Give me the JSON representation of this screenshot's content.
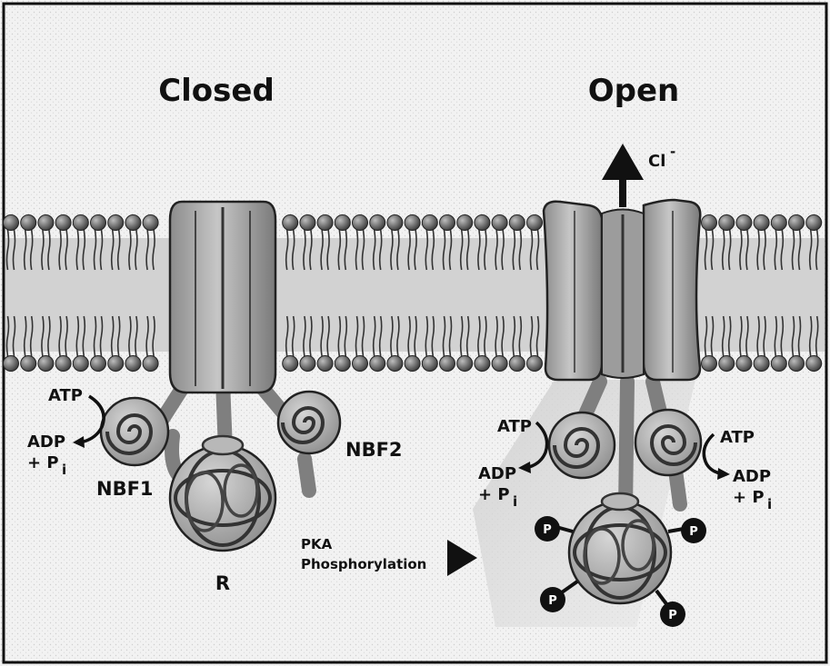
{
  "titles": {
    "closed": "Closed",
    "open": "Open"
  },
  "ion": {
    "base": "Cl",
    "charge": "-"
  },
  "closed_labels": {
    "atp": "ATP",
    "adp": "ADP",
    "plus": "+ P",
    "sub_i": "i",
    "nbf1": "NBF1",
    "nbf2": "NBF2",
    "r": "R"
  },
  "open_labels": {
    "left_atp": "ATP",
    "left_adp": "ADP",
    "left_plus": "+ P",
    "right_atp": "ATP",
    "right_adp": "ADP",
    "right_plus": "+ P",
    "sub_i": "i"
  },
  "transition": {
    "line1": "PKA",
    "line2": "Phosphorylation"
  },
  "phosphate_label": "P",
  "colors": {
    "background": "#ffffff",
    "membrane_band": "#d2d2d2",
    "lipid_head": "#555555",
    "protein_fill": "#a9a9a9",
    "arrow": "#111111"
  }
}
